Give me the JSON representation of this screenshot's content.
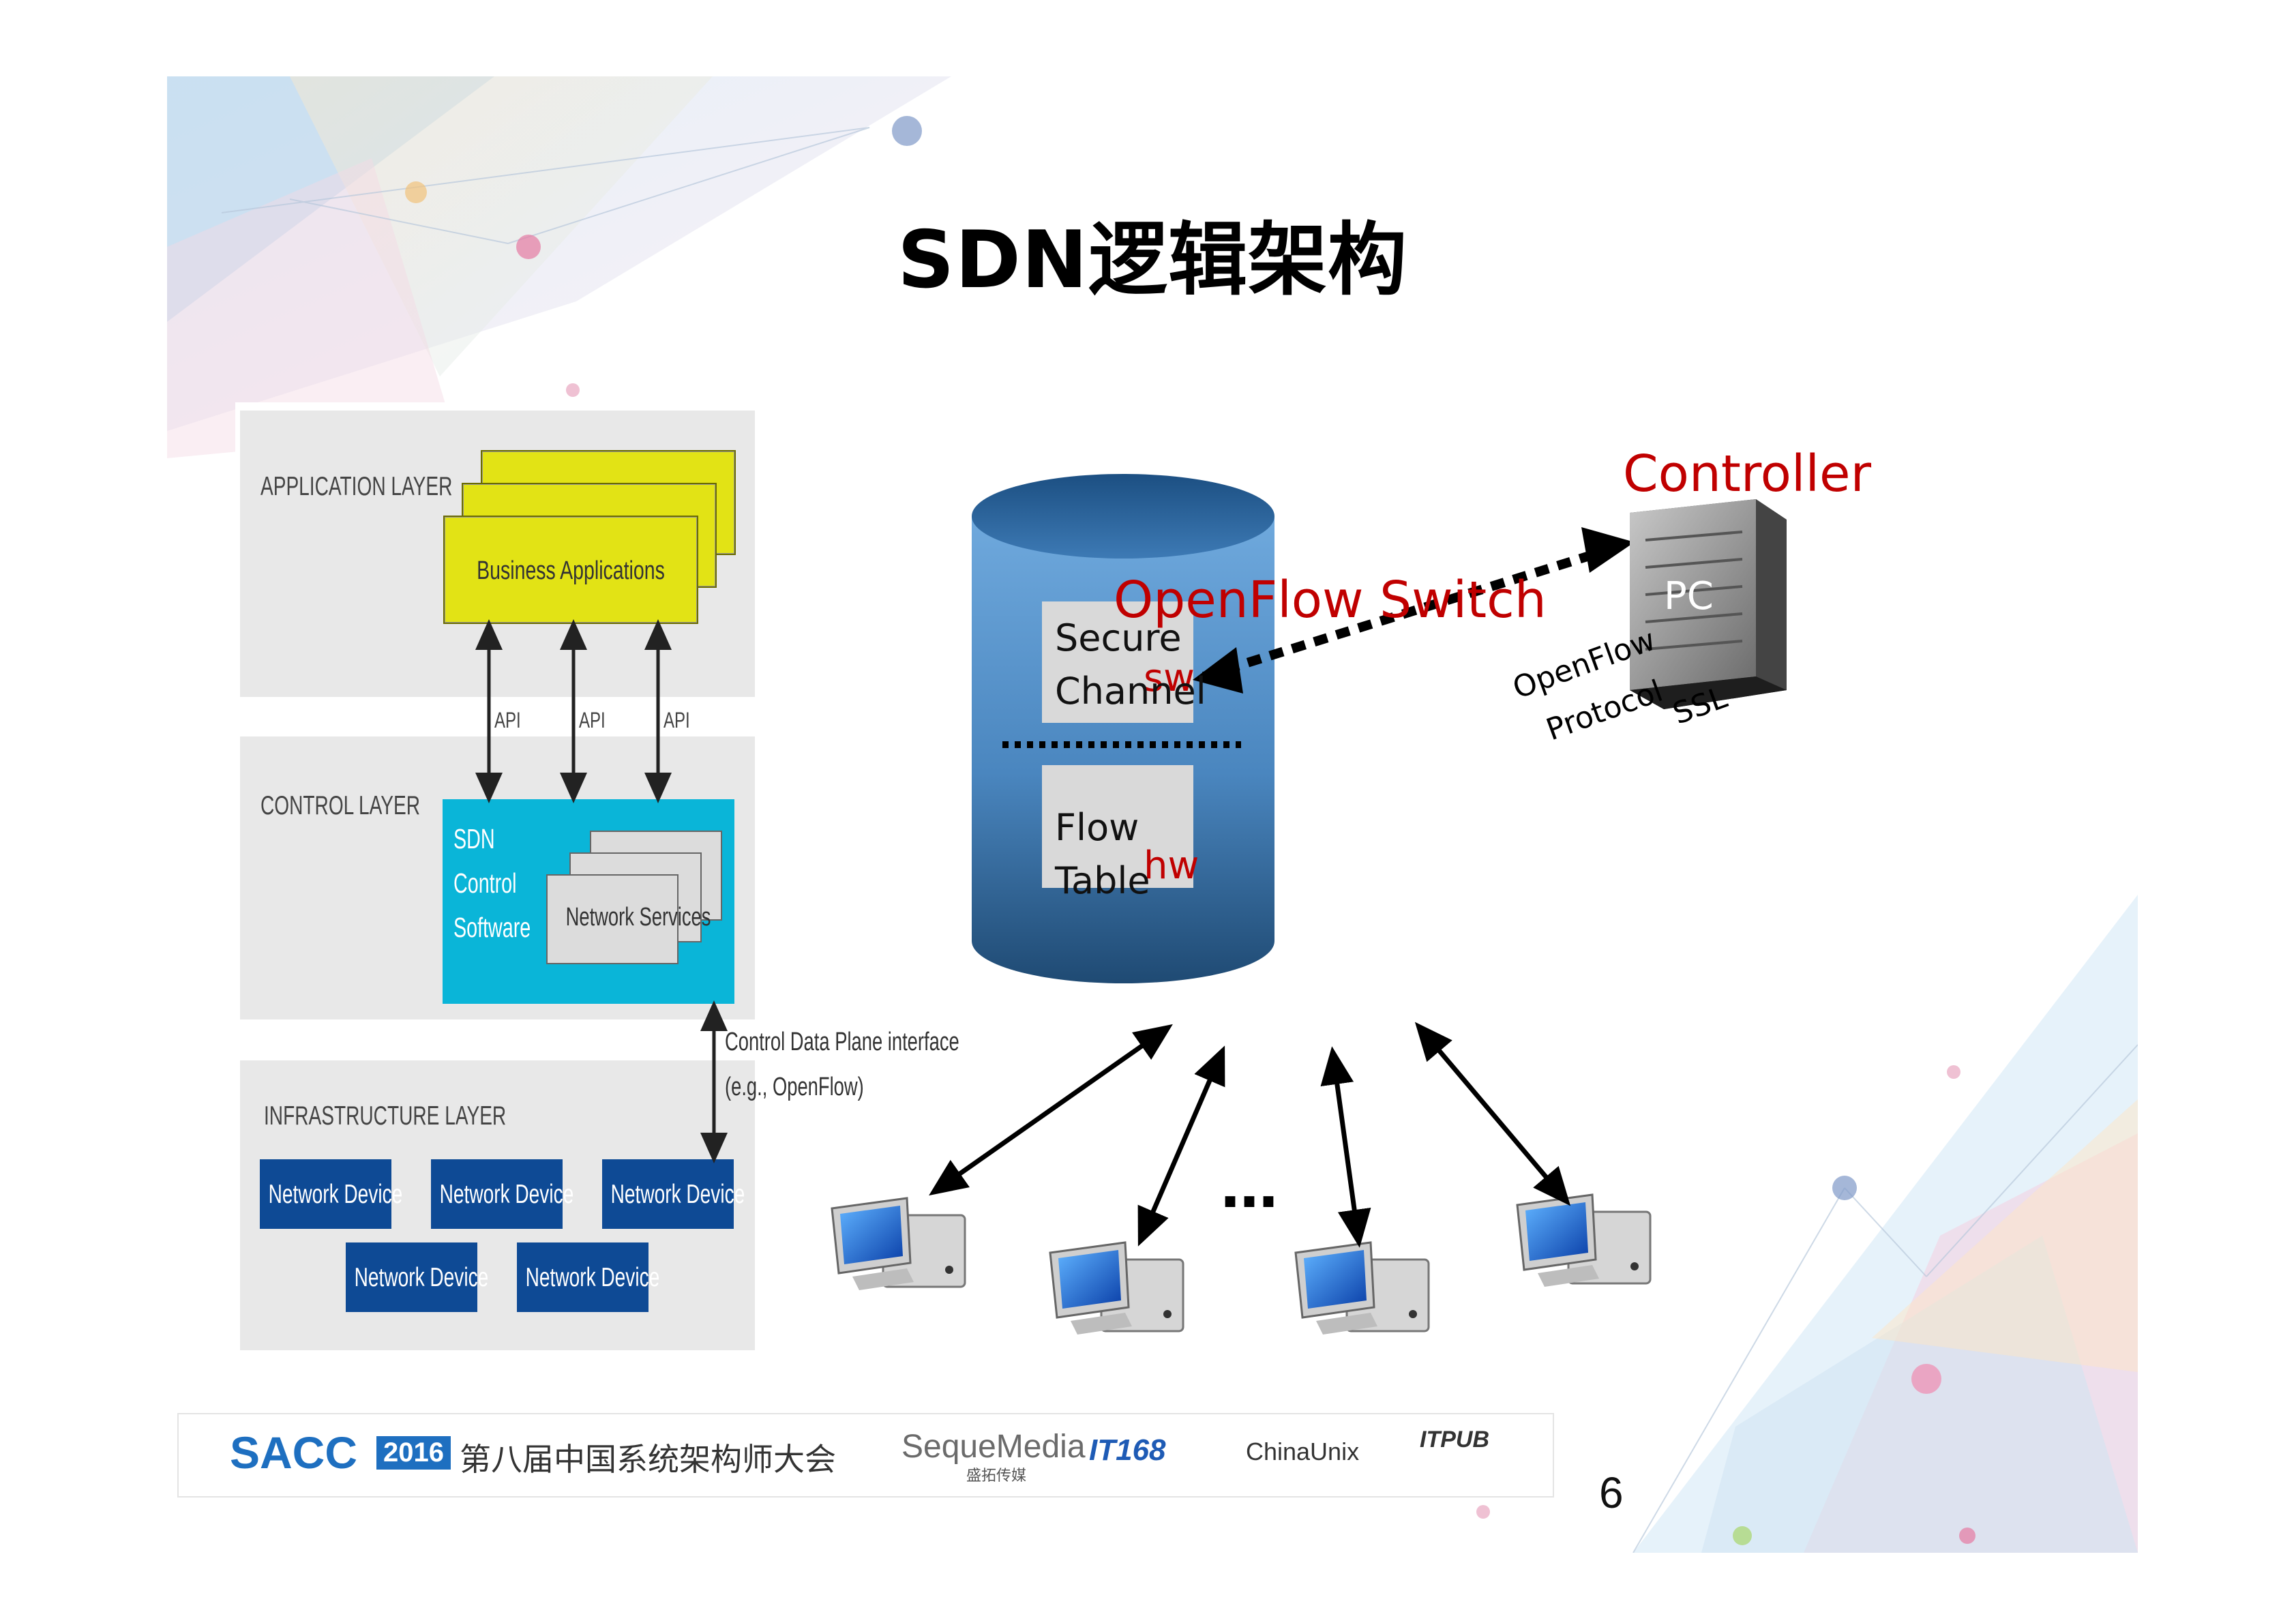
{
  "slide": {
    "title": "SDN逻辑架构",
    "page_number": "6"
  },
  "left_figure": {
    "application_layer_label": "APPLICATION LAYER",
    "business_applications": "Business Applications",
    "api_labels": [
      "API",
      "API",
      "API"
    ],
    "control_layer_label": "CONTROL LAYER",
    "sdn_control_software": [
      "SDN",
      "Control",
      "Software"
    ],
    "network_services": "Network Services",
    "cdp_interface": [
      "Control Data Plane interface",
      "(e.g., OpenFlow)"
    ],
    "infrastructure_layer_label": "INFRASTRUCTURE LAYER",
    "network_devices": [
      "Network Device",
      "Network Device",
      "Network Device",
      "Network Device",
      "Network Device"
    ],
    "colors": {
      "business_apps": "#e2e315",
      "sdn_control": "#0ab5d8",
      "network_device": "#0e4a95",
      "layer_bg": "#e8e8e8"
    }
  },
  "right_diagram": {
    "switch_title": "OpenFlow Switch",
    "controller_title": "Controller",
    "controller_box_label": "PC",
    "sw_label": "sw",
    "hw_label": "hw",
    "secure_channel": [
      "Secure",
      "Channel"
    ],
    "flow_table": [
      "Flow",
      "Table"
    ],
    "protocol_labels": [
      "OpenFlow",
      "Protocol",
      "SSL"
    ],
    "ellipsis": "…",
    "hosts": [
      "computer-icon",
      "computer-icon",
      "computer-icon",
      "computer-icon"
    ],
    "colors": {
      "red_text": "#c00000",
      "cylinder_top": "#5b9bd5",
      "cylinder_bottom": "#1f4e79"
    }
  },
  "footer": {
    "sacc": "SACC",
    "year": "2016",
    "conference": "第八届中国系统架构师大会",
    "sponsors": [
      "SequeMedia",
      "盛拓传媒",
      "IT168",
      "ChinaUnix",
      "ITPUB"
    ]
  }
}
